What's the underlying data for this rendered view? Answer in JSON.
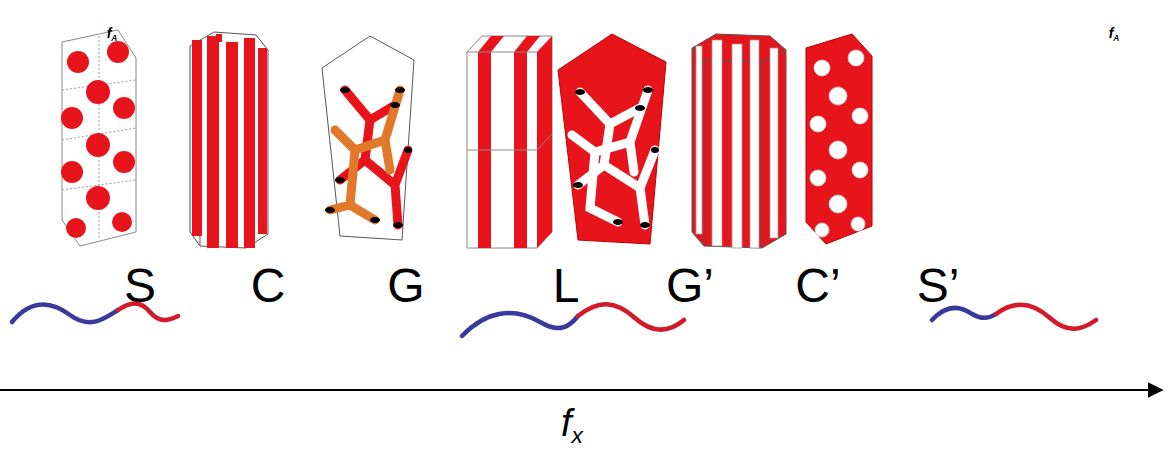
{
  "diagram": {
    "labels": [
      "fA",
      "fA",
      "S",
      "C",
      "G",
      "L",
      "G’",
      "C’",
      "S’",
      "fx"
    ]
  }
}
